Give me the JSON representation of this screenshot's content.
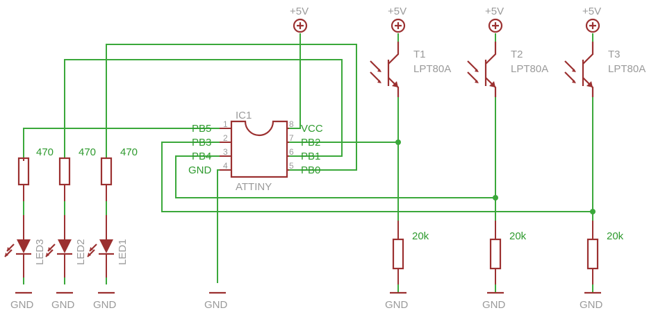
{
  "supplies": [
    {
      "id": "vcc-ic",
      "label": "+5V"
    },
    {
      "id": "vcc-t1",
      "label": "+5V"
    },
    {
      "id": "vcc-t2",
      "label": "+5V"
    },
    {
      "id": "vcc-t3",
      "label": "+5V"
    }
  ],
  "grounds": [
    "GND",
    "GND",
    "GND",
    "GND",
    "GND",
    "GND",
    "GND"
  ],
  "ic": {
    "name": "IC1",
    "value": "ATTINY",
    "left_pins": [
      {
        "num": "1",
        "name": "PB5"
      },
      {
        "num": "2",
        "name": "PB3"
      },
      {
        "num": "3",
        "name": "PB4"
      },
      {
        "num": "4",
        "name": "GND"
      }
    ],
    "right_pins": [
      {
        "num": "8",
        "name": "VCC"
      },
      {
        "num": "7",
        "name": "PB2"
      },
      {
        "num": "6",
        "name": "PB1"
      },
      {
        "num": "5",
        "name": "PB0"
      }
    ]
  },
  "led_resistors": [
    "470",
    "470",
    "470"
  ],
  "leds": [
    "LED3",
    "LED2",
    "LED1"
  ],
  "transistors": [
    {
      "name": "T1",
      "value": "LPT80A"
    },
    {
      "name": "T2",
      "value": "LPT80A"
    },
    {
      "name": "T3",
      "value": "LPT80A"
    }
  ],
  "pulldown_resistors": [
    "20k",
    "20k",
    "20k"
  ]
}
